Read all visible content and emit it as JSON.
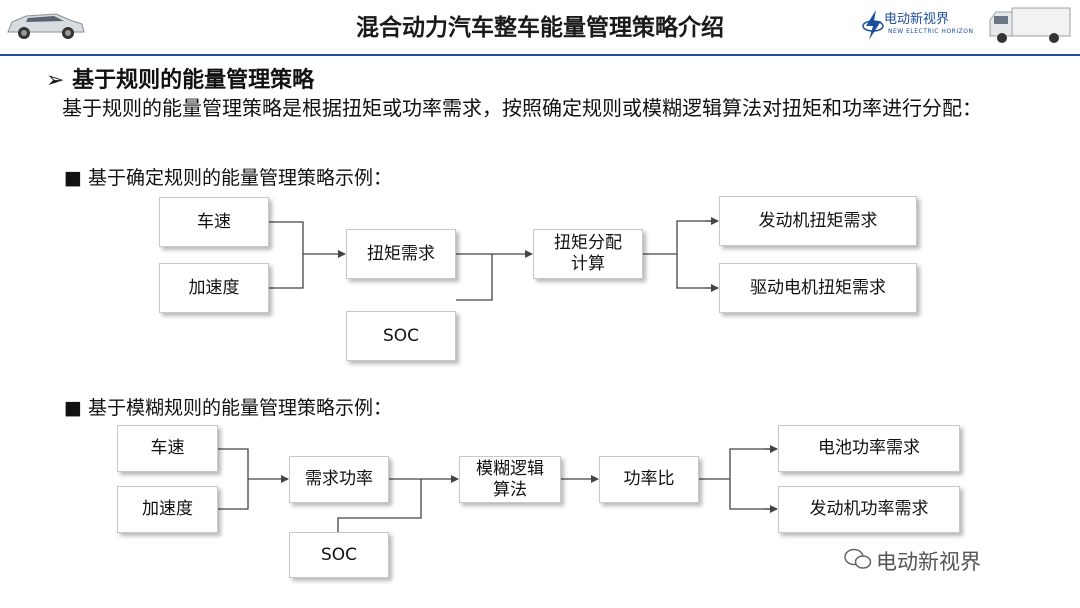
{
  "header": {
    "title": "混合动力汽车整车能量管理策略介绍",
    "logo_text": "电动新视界",
    "logo_sub": "NEW ELECTRIC HORIZON",
    "accent": "#1f4e9a"
  },
  "section": {
    "heading_marker": "➢",
    "heading": "基于规则的能量管理策略",
    "paragraph": "基于规则的能量管理策略是根据扭矩或功率需求，按照确定规则或模糊逻辑算法对扭矩和功率进行分配："
  },
  "diagram1": {
    "bullet": "■ 基于确定规则的能量管理策略示例：",
    "nodes": {
      "speed": "车速",
      "accel": "加速度",
      "torque_demand": "扭矩需求",
      "soc": "SOC",
      "torque_split_l1": "扭矩分配",
      "torque_split_l2": "计算",
      "engine_torque": "发动机扭矩需求",
      "motor_torque": "驱动电机扭矩需求"
    }
  },
  "diagram2": {
    "bullet": "■  基于模糊规则的能量管理策略示例：",
    "nodes": {
      "speed": "车速",
      "accel": "加速度",
      "power_demand": "需求功率",
      "soc": "SOC",
      "fuzzy_l1": "模糊逻辑",
      "fuzzy_l2": "算法",
      "power_ratio": "功率比",
      "battery_power": "电池功率需求",
      "engine_power": "发动机功率需求"
    }
  },
  "watermark": "电动新视界"
}
